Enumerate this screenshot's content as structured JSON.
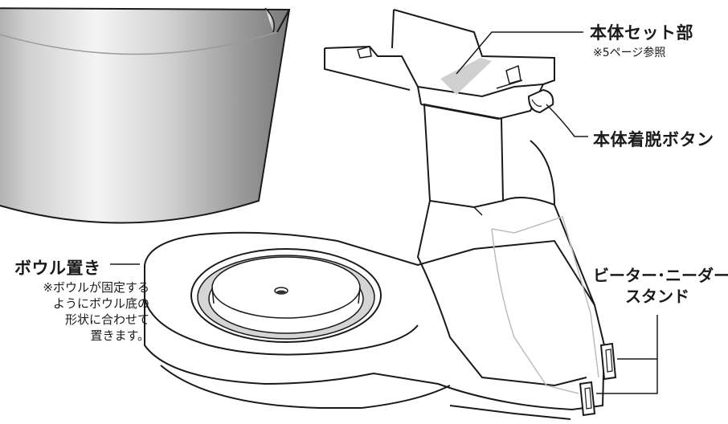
{
  "labels": {
    "body_set": "本体セット部",
    "body_set_note": "※5ページ参照",
    "release_button": "本体着脱ボタン",
    "bowl_seat": "ボウル置き",
    "bowl_seat_note": [
      "※ボウルが固定する",
      "ようにボウル底の",
      "形状に合わせて",
      "置きます。"
    ],
    "stand_line1": "ビーター･ニーダー",
    "stand_line2": "スタンド"
  },
  "colors": {
    "outline": "#1a1a1a",
    "bowl_silver": "#c9c9c9",
    "ring_gray": "#cfcfcf"
  }
}
